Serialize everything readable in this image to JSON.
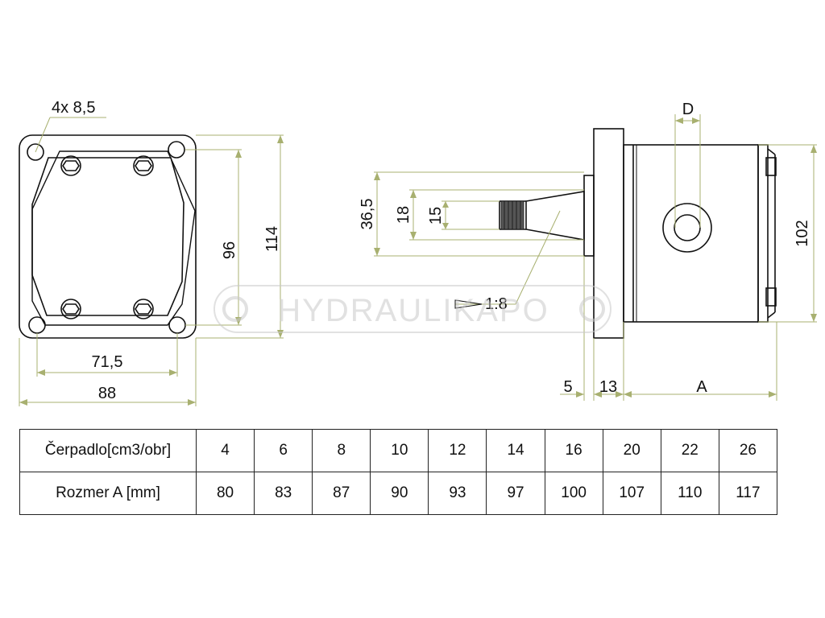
{
  "labels": {
    "holes": "4x 8,5",
    "flange_height": "114",
    "bolt_height": "96",
    "bolt_width": "71,5",
    "flange_width": "88",
    "shaft_dim_large": "36,5",
    "shaft_dim_mid": "18",
    "shaft_dim_small": "15",
    "taper": "1:8",
    "port": "D",
    "body_height": "102",
    "dim_5": "5",
    "dim_13": "13",
    "dim_A": "A"
  },
  "watermark": "HYDRAULIKAPO",
  "table": {
    "row1_label": "Čerpadlo[cm3/obr]",
    "row2_label": "Rozmer  A [mm]",
    "sizes": [
      "4",
      "6",
      "8",
      "10",
      "12",
      "14",
      "16",
      "20",
      "22",
      "26"
    ],
    "a_values": [
      "80",
      "83",
      "87",
      "90",
      "93",
      "97",
      "100",
      "107",
      "110",
      "117"
    ]
  },
  "colors": {
    "line": "#111111",
    "dimension_line": "#a8b070",
    "watermark": "#c9c9c9"
  }
}
